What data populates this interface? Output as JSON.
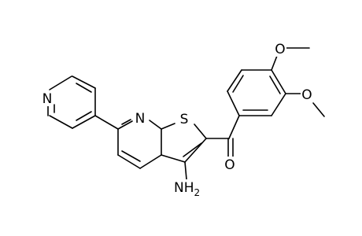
{
  "molecule": {
    "atoms": [
      {
        "id": "n_pyridine",
        "label": "N"
      },
      {
        "id": "n_fused",
        "label": "N"
      },
      {
        "id": "s_thiophene",
        "label": "S"
      },
      {
        "id": "o_carbonyl",
        "label": "O"
      },
      {
        "id": "o_methoxy_top",
        "label": "O"
      },
      {
        "id": "o_methoxy_right",
        "label": "O"
      },
      {
        "id": "amine",
        "label": "NH2"
      }
    ]
  },
  "colors": {
    "background": "#ffffff",
    "bond": "#000000",
    "text": "#000000"
  }
}
